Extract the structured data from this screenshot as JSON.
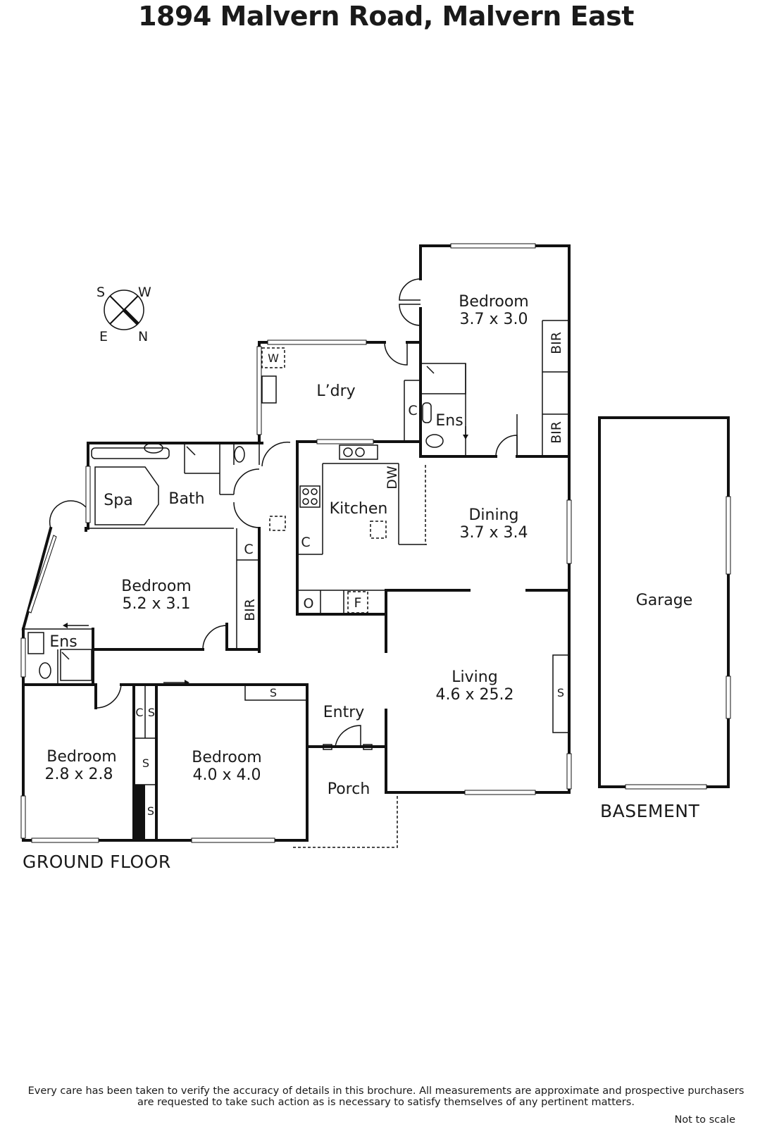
{
  "title": "1894 Malvern Road, Malvern East",
  "compass": {
    "s": "S",
    "w": "W",
    "e": "E",
    "n": "N"
  },
  "rooms": {
    "bedroom_top": {
      "name": "Bedroom",
      "dims": "3.7 x 3.0"
    },
    "laundry": {
      "name": "L’dry"
    },
    "ens_top": {
      "name": "Ens"
    },
    "bath": {
      "name": "Bath"
    },
    "spa": {
      "name": "Spa"
    },
    "kitchen": {
      "name": "Kitchen"
    },
    "dining": {
      "name": "Dining",
      "dims": "3.7 x 3.4"
    },
    "bedroom_main": {
      "name": "Bedroom",
      "dims": "5.2 x 3.1"
    },
    "ens_left": {
      "name": "Ens"
    },
    "living": {
      "name": "Living",
      "dims": "4.6 x 25.2"
    },
    "entry": {
      "name": "Entry"
    },
    "porch": {
      "name": "Porch"
    },
    "bedroom_small": {
      "name": "Bedroom",
      "dims": "2.8 x 2.8"
    },
    "bedroom_mid": {
      "name": "Bedroom",
      "dims": "4.0 x 4.0"
    },
    "garage": {
      "name": "Garage"
    }
  },
  "fixtures": {
    "w": "W",
    "c": "C",
    "dw": "DW",
    "o": "O",
    "f": "F",
    "bir": "BIR",
    "s": "S"
  },
  "floors": {
    "ground": "GROUND FLOOR",
    "basement": "BASEMENT"
  },
  "footer": {
    "line1": "Every care has been taken to verify the accuracy of details in this brochure.  All measurements are approximate and prospective purchasers",
    "line2": "are requested to take such action as is necessary to satisfy themselves of any pertinent matters.",
    "scale": "Not to scale"
  }
}
